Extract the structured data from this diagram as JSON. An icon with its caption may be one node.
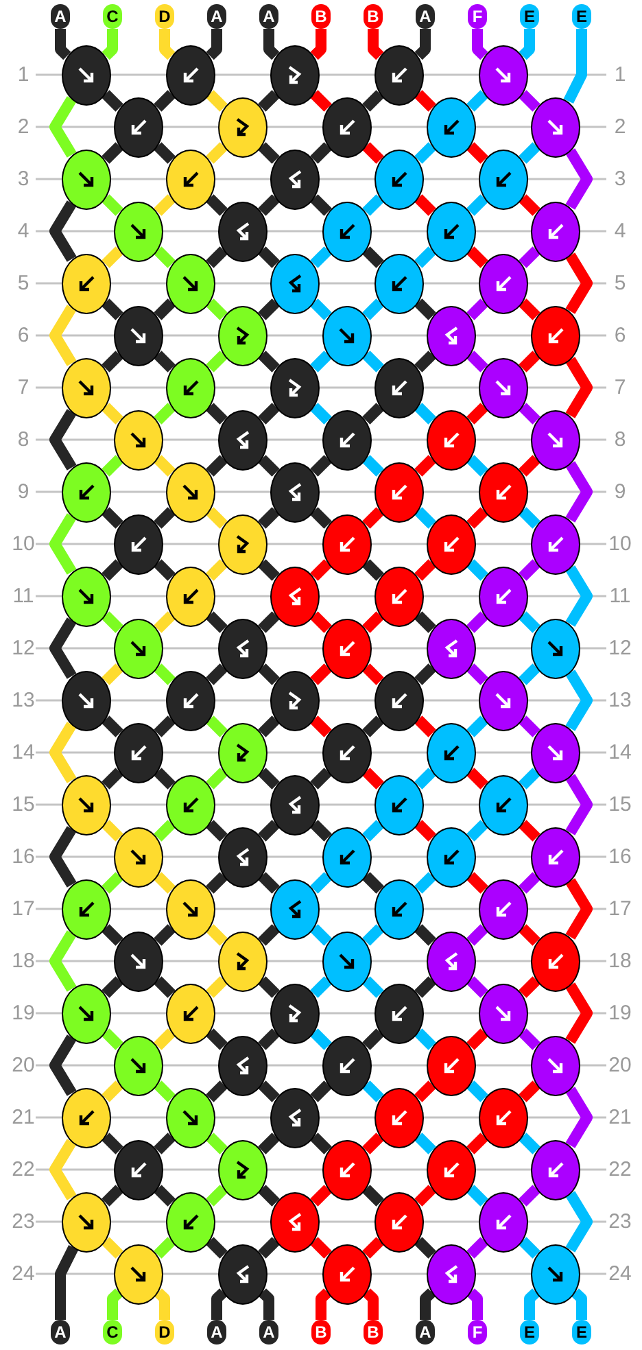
{
  "diagram": {
    "nodes": [
      {
        "text": [
          "A"
        ]
      },
      {
        "text": [
          "C"
        ]
      },
      {
        "text": [
          "D"
        ]
      },
      {
        "text": [
          "A"
        ]
      },
      {
        "text": [
          "A"
        ]
      },
      {
        "text": [
          "B"
        ]
      },
      {
        "text": [
          "B"
        ]
      },
      {
        "text": [
          "A"
        ]
      },
      {
        "text": [
          "F"
        ]
      },
      {
        "text": [
          "E"
        ]
      },
      {
        "text": [
          "E"
        ]
      },
      {
        "text": [],
        "shape": "ellipse"
      },
      {
        "text": [],
        "shape": "ellipse"
      },
      {
        "text": [],
        "shape": "ellipse"
      },
      {
        "text": [],
        "shape": "ellipse"
      },
      {
        "text": [],
        "shape": "ellipse"
      },
      {
        "text": [],
        "shape": "ellipse"
      },
      {
        "text": [],
        "shape": "ellipse"
      },
      {
        "text": [],
        "shape": "ellipse"
      },
      {
        "text": [],
        "shape": "ellipse"
      },
      {
        "text": [],
        "shape": "ellipse"
      },
      {
        "text": [],
        "shape": "ellipse"
      },
      {
        "text": [],
        "shape": "ellipse"
      },
      {
        "text": [],
        "shape": "ellipse"
      },
      {
        "text": [],
        "shape": "ellipse"
      },
      {
        "text": [],
        "shape": "ellipse"
      },
      {
        "text": [],
        "shape": "ellipse"
      },
      {
        "text": [],
        "shape": "ellipse"
      },
      {
        "text": [],
        "shape": "ellipse"
      },
      {
        "text": [],
        "shape": "ellipse"
      },
      {
        "text": [],
        "shape": "ellipse"
      },
      {
        "text": [],
        "shape": "ellipse"
      },
      {
        "text": [],
        "shape": "ellipse"
      },
      {
        "text": [],
        "shape": "ellipse"
      },
      {
        "text": [],
        "shape": "ellipse"
      },
      {
        "text": [],
        "shape": "ellipse"
      },
      {
        "text": [],
        "shape": "ellipse"
      },
      {
        "text": [],
        "shape": "ellipse"
      },
      {
        "text": [],
        "shape": "ellipse"
      },
      {
        "text": [],
        "shape": "ellipse"
      },
      {
        "text": [],
        "shape": "ellipse"
      },
      {
        "text": [],
        "shape": "ellipse"
      },
      {
        "text": [],
        "shape": "ellipse"
      },
      {
        "text": [],
        "shape": "ellipse"
      },
      {
        "text": [],
        "shape": "ellipse"
      },
      {
        "text": [],
        "shape": "ellipse"
      },
      {
        "text": [],
        "shape": "ellipse"
      },
      {
        "text": [],
        "shape": "ellipse"
      },
      {
        "text": [],
        "shape": "ellipse"
      },
      {
        "text": [],
        "shape": "ellipse"
      },
      {
        "text": [],
        "shape": "ellipse"
      },
      {
        "text": [],
        "shape": "ellipse"
      },
      {
        "text": [],
        "shape": "ellipse"
      },
      {
        "text": [],
        "shape": "ellipse"
      },
      {
        "text": [],
        "shape": "ellipse"
      },
      {
        "text": [],
        "shape": "ellipse"
      },
      {
        "text": [],
        "shape": "ellipse"
      },
      {
        "text": [],
        "shape": "ellipse"
      },
      {
        "text": [],
        "shape": "ellipse"
      },
      {
        "text": [],
        "shape": "ellipse"
      },
      {
        "text": [],
        "shape": "ellipse"
      },
      {
        "text": [],
        "shape": "ellipse"
      },
      {
        "text": [],
        "shape": "ellipse"
      },
      {
        "text": [],
        "shape": "ellipse"
      },
      {
        "text": [],
        "shape": "ellipse"
      },
      {
        "text": [],
        "shape": "ellipse"
      },
      {
        "text": [],
        "shape": "ellipse"
      },
      {
        "text": [],
        "shape": "ellipse"
      },
      {
        "text": [],
        "shape": "ellipse"
      },
      {
        "text": [],
        "shape": "ellipse"
      },
      {
        "text": [],
        "shape": "ellipse"
      },
      {
        "text": [],
        "shape": "ellipse"
      },
      {
        "text": [],
        "shape": "ellipse"
      },
      {
        "text": [],
        "shape": "ellipse"
      },
      {
        "text": [],
        "shape": "ellipse"
      },
      {
        "text": [],
        "shape": "ellipse"
      },
      {
        "text": [],
        "shape": "ellipse"
      },
      {
        "text": [],
        "shape": "ellipse"
      },
      {
        "text": [],
        "shape": "ellipse"
      },
      {
        "text": [],
        "shape": "ellipse"
      },
      {
        "text": [],
        "shape": "ellipse"
      },
      {
        "text": [],
        "shape": "ellipse"
      },
      {
        "text": [],
        "shape": "ellipse"
      },
      {
        "text": [],
        "shape": "ellipse"
      },
      {
        "text": [],
        "shape": "ellipse"
      },
      {
        "text": [],
        "shape": "ellipse"
      },
      {
        "text": [],
        "shape": "ellipse"
      },
      {
        "text": [],
        "shape": "ellipse"
      },
      {
        "text": [],
        "shape": "ellipse"
      },
      {
        "text": [],
        "shape": "ellipse"
      },
      {
        "text": [],
        "shape": "ellipse"
      },
      {
        "text": [],
        "shape": "ellipse"
      },
      {
        "text": [],
        "shape": "ellipse"
      },
      {
        "text": [],
        "shape": "ellipse"
      },
      {
        "text": [],
        "shape": "ellipse"
      },
      {
        "text": [],
        "shape": "ellipse"
      },
      {
        "text": [],
        "shape": "ellipse"
      },
      {
        "text": [],
        "shape": "ellipse"
      },
      {
        "text": [],
        "shape": "ellipse"
      },
      {
        "text": [],
        "shape": "ellipse"
      },
      {
        "text": [],
        "shape": "ellipse"
      },
      {
        "text": [],
        "shape": "ellipse"
      },
      {
        "text": [],
        "shape": "ellipse"
      },
      {
        "text": [],
        "shape": "ellipse"
      },
      {
        "text": [],
        "shape": "ellipse"
      },
      {
        "text": [],
        "shape": "ellipse"
      },
      {
        "text": [],
        "shape": "ellipse"
      },
      {
        "text": [],
        "shape": "ellipse"
      },
      {
        "text": [],
        "shape": "ellipse"
      },
      {
        "text": [],
        "shape": "ellipse"
      },
      {
        "text": [],
        "shape": "ellipse"
      },
      {
        "text": [],
        "shape": "ellipse"
      },
      {
        "text": [],
        "shape": "ellipse"
      },
      {
        "text": [],
        "shape": "ellipse"
      },
      {
        "text": [],
        "shape": "ellipse"
      },
      {
        "text": [],
        "shape": "ellipse"
      },
      {
        "text": [],
        "shape": "ellipse"
      },
      {
        "text": [],
        "shape": "ellipse"
      },
      {
        "text": [],
        "shape": "ellipse"
      },
      {
        "text": [],
        "shape": "ellipse"
      },
      {
        "text": [],
        "shape": "ellipse"
      },
      {
        "text": [],
        "shape": "ellipse"
      },
      {
        "text": [],
        "shape": "ellipse"
      },
      {
        "text": [],
        "shape": "ellipse"
      },
      {
        "text": [],
        "shape": "ellipse"
      },
      {
        "text": [],
        "shape": "ellipse"
      },
      {
        "text": [],
        "shape": "ellipse"
      },
      {
        "text": [],
        "shape": "ellipse"
      },
      {
        "text": [],
        "shape": "ellipse"
      },
      {
        "text": [],
        "shape": "ellipse"
      },
      {
        "text": [],
        "shape": "ellipse"
      },
      {
        "text": [
          "A"
        ]
      },
      {
        "text": [
          "C"
        ]
      },
      {
        "text": [
          "D"
        ]
      },
      {
        "text": [
          "A"
        ]
      },
      {
        "text": [
          "A"
        ]
      },
      {
        "text": [
          "B"
        ]
      },
      {
        "text": [
          "B"
        ]
      },
      {
        "text": [
          "A"
        ]
      },
      {
        "text": [
          "F"
        ]
      },
      {
        "text": [
          "E"
        ]
      },
      {
        "text": [
          "E"
        ]
      }
    ],
    "edges": [
      {
        "from": 0,
        "to": 11,
        "arrow": "none",
        "color": "#262626"
      },
      {
        "from": 1,
        "to": 11,
        "arrow": "none",
        "color": "#7dfc22"
      },
      {
        "from": 2,
        "to": 12,
        "arrow": "none",
        "color": "#fedb2e"
      },
      {
        "from": 3,
        "to": 12,
        "arrow": "none",
        "color": "#262626"
      },
      {
        "from": 4,
        "to": 13,
        "arrow": "none",
        "color": "#262626"
      },
      {
        "from": 5,
        "to": 13,
        "arrow": "none",
        "color": "#ff0000"
      },
      {
        "from": 6,
        "to": 14,
        "arrow": "none",
        "color": "#ff0000"
      },
      {
        "from": 7,
        "to": 14,
        "arrow": "none",
        "color": "#262626"
      },
      {
        "from": 8,
        "to": 15,
        "arrow": "none",
        "color": "#ab00ff"
      },
      {
        "from": 9,
        "to": 15,
        "arrow": "none",
        "color": "#00bfff"
      },
      {
        "from": 10,
        "to": 20,
        "arrow": "none",
        "color": "#00bfff"
      },
      {
        "from": 11,
        "to": 21,
        "arrow": "none",
        "color": "#7dfc22"
      },
      {
        "from": 11,
        "to": 16,
        "arrow": "none",
        "color": "#262626"
      },
      {
        "from": 12,
        "to": 16,
        "arrow": "none",
        "color": "#262626"
      },
      {
        "from": 12,
        "to": 17,
        "arrow": "none",
        "color": "#fedb2e"
      },
      {
        "from": 13,
        "to": 17,
        "arrow": "none",
        "color": "#262626"
      },
      {
        "from": 13,
        "to": 18,
        "arrow": "none",
        "color": "#ff0000"
      },
      {
        "from": 14,
        "to": 18,
        "arrow": "none",
        "color": "#262626"
      },
      {
        "from": 14,
        "to": 19,
        "arrow": "none",
        "color": "#ff0000"
      },
      {
        "from": 15,
        "to": 19,
        "arrow": "none",
        "color": "#00bfff"
      },
      {
        "from": 15,
        "to": 20,
        "arrow": "none",
        "color": "#ab00ff"
      },
      {
        "from": 16,
        "to": 21,
        "arrow": "none",
        "color": "#262626"
      },
      {
        "from": 16,
        "to": 22,
        "arrow": "none",
        "color": "#262626"
      },
      {
        "from": 17,
        "to": 22,
        "arrow": "none",
        "color": "#fedb2e"
      },
      {
        "from": 17,
        "to": 23,
        "arrow": "none",
        "color": "#262626"
      },
      {
        "from": 18,
        "to": 23,
        "arrow": "none",
        "color": "#262626"
      },
      {
        "from": 18,
        "to": 24,
        "arrow": "none",
        "color": "#ff0000"
      },
      {
        "from": 19,
        "to": 24,
        "arrow": "none",
        "color": "#00bfff"
      },
      {
        "from": 19,
        "to": 25,
        "arrow": "none",
        "color": "#ff0000"
      },
      {
        "from": 20,
        "to": 25,
        "arrow": "none",
        "color": "#00bfff"
      },
      {
        "from": 20,
        "to": 30,
        "arrow": "none",
        "color": "#ab00ff"
      },
      {
        "from": 21,
        "to": 31,
        "arrow": "none",
        "color": "#262626"
      },
      {
        "from": 21,
        "to": 26,
        "arrow": "none",
        "color": "#7dfc22"
      },
      {
        "from": 22,
        "to": 26,
        "arrow": "none",
        "color": "#fedb2e"
      },
      {
        "from": 22,
        "to": 27,
        "arrow": "none",
        "color": "#262626"
      },
      {
        "from": 23,
        "to": 27,
        "arrow": "none",
        "color": "#262626"
      },
      {
        "from": 23,
        "to": 28,
        "arrow": "none",
        "color": "#262626"
      },
      {
        "from": 24,
        "to": 28,
        "arrow": "none",
        "color": "#00bfff"
      },
      {
        "from": 24,
        "to": 29,
        "arrow": "none",
        "color": "#ff0000"
      },
      {
        "from": 25,
        "to": 29,
        "arrow": "none",
        "color": "#00bfff"
      },
      {
        "from": 25,
        "to": 30,
        "arrow": "none",
        "color": "#ff0000"
      },
      {
        "from": 26,
        "to": 31,
        "arrow": "none",
        "color": "#fedb2e"
      },
      {
        "from": 26,
        "to": 32,
        "arrow": "none",
        "color": "#7dfc22"
      },
      {
        "from": 27,
        "to": 32,
        "arrow": "none",
        "color": "#262626"
      },
      {
        "from": 27,
        "to": 33,
        "arrow": "none",
        "color": "#262626"
      },
      {
        "from": 28,
        "to": 33,
        "arrow": "none",
        "color": "#00bfff"
      },
      {
        "from": 28,
        "to": 34,
        "arrow": "none",
        "color": "#262626"
      },
      {
        "from": 29,
        "to": 34,
        "arrow": "none",
        "color": "#00bfff"
      },
      {
        "from": 29,
        "to": 35,
        "arrow": "none",
        "color": "#ff0000"
      },
      {
        "from": 30,
        "to": 35,
        "arrow": "none",
        "color": "#ab00ff"
      },
      {
        "from": 30,
        "to": 40,
        "arrow": "none",
        "color": "#ff0000"
      },
      {
        "from": 31,
        "to": 41,
        "arrow": "none",
        "color": "#fedb2e"
      },
      {
        "from": 31,
        "to": 36,
        "arrow": "none",
        "color": "#262626"
      },
      {
        "from": 32,
        "to": 36,
        "arrow": "none",
        "color": "#262626"
      },
      {
        "from": 32,
        "to": 37,
        "arrow": "none",
        "color": "#7dfc22"
      },
      {
        "from": 33,
        "to": 37,
        "arrow": "none",
        "color": "#262626"
      },
      {
        "from": 33,
        "to": 38,
        "arrow": "none",
        "color": "#00bfff"
      },
      {
        "from": 34,
        "to": 38,
        "arrow": "none",
        "color": "#00bfff"
      },
      {
        "from": 34,
        "to": 39,
        "arrow": "none",
        "color": "#262626"
      },
      {
        "from": 35,
        "to": 39,
        "arrow": "none",
        "color": "#ab00ff"
      },
      {
        "from": 35,
        "to": 40,
        "arrow": "none",
        "color": "#ff0000"
      },
      {
        "from": 36,
        "to": 41,
        "arrow": "none",
        "color": "#262626"
      },
      {
        "from": 36,
        "to": 42,
        "arrow": "none",
        "color": "#262626"
      },
      {
        "from": 37,
        "to": 42,
        "arrow": "none",
        "color": "#7dfc22"
      },
      {
        "from": 37,
        "to": 43,
        "arrow": "none",
        "color": "#262626"
      },
      {
        "from": 38,
        "to": 43,
        "arrow": "none",
        "color": "#00bfff"
      },
      {
        "from": 38,
        "to": 44,
        "arrow": "none",
        "color": "#00bfff"
      },
      {
        "from": 39,
        "to": 44,
        "arrow": "none",
        "color": "#262626"
      },
      {
        "from": 39,
        "to": 45,
        "arrow": "none",
        "color": "#ab00ff"
      },
      {
        "from": 40,
        "to": 45,
        "arrow": "none",
        "color": "#ff0000"
      },
      {
        "from": 40,
        "to": 50,
        "arrow": "none",
        "color": "#ff0000"
      },
      {
        "from": 41,
        "to": 51,
        "arrow": "none",
        "color": "#262626"
      },
      {
        "from": 41,
        "to": 46,
        "arrow": "none",
        "color": "#fedb2e"
      },
      {
        "from": 42,
        "to": 46,
        "arrow": "none",
        "color": "#7dfc22"
      },
      {
        "from": 42,
        "to": 47,
        "arrow": "none",
        "color": "#262626"
      },
      {
        "from": 43,
        "to": 47,
        "arrow": "none",
        "color": "#262626"
      },
      {
        "from": 43,
        "to": 48,
        "arrow": "none",
        "color": "#00bfff"
      },
      {
        "from": 44,
        "to": 48,
        "arrow": "none",
        "color": "#262626"
      },
      {
        "from": 44,
        "to": 49,
        "arrow": "none",
        "color": "#00bfff"
      },
      {
        "from": 45,
        "to": 49,
        "arrow": "none",
        "color": "#ff0000"
      },
      {
        "from": 45,
        "to": 50,
        "arrow": "none",
        "color": "#ab00ff"
      },
      {
        "from": 46,
        "to": 51,
        "arrow": "none",
        "color": "#7dfc22"
      },
      {
        "from": 46,
        "to": 52,
        "arrow": "none",
        "color": "#fedb2e"
      },
      {
        "from": 47,
        "to": 52,
        "arrow": "none",
        "color": "#262626"
      },
      {
        "from": 47,
        "to": 53,
        "arrow": "none",
        "color": "#262626"
      },
      {
        "from": 48,
        "to": 53,
        "arrow": "none",
        "color": "#262626"
      },
      {
        "from": 48,
        "to": 54,
        "arrow": "none",
        "color": "#00bfff"
      },
      {
        "from": 49,
        "to": 54,
        "arrow": "none",
        "color": "#ff0000"
      },
      {
        "from": 49,
        "to": 55,
        "arrow": "none",
        "color": "#00bfff"
      },
      {
        "from": 50,
        "to": 55,
        "arrow": "none",
        "color": "#ff0000"
      },
      {
        "from": 50,
        "to": 60,
        "arrow": "none",
        "color": "#ab00ff"
      },
      {
        "from": 51,
        "to": 61,
        "arrow": "none",
        "color": "#7dfc22"
      },
      {
        "from": 51,
        "to": 56,
        "arrow": "none",
        "color": "#262626"
      },
      {
        "from": 52,
        "to": 56,
        "arrow": "none",
        "color": "#262626"
      },
      {
        "from": 52,
        "to": 57,
        "arrow": "none",
        "color": "#fedb2e"
      },
      {
        "from": 53,
        "to": 57,
        "arrow": "none",
        "color": "#262626"
      },
      {
        "from": 53,
        "to": 58,
        "arrow": "none",
        "color": "#262626"
      },
      {
        "from": 54,
        "to": 58,
        "arrow": "none",
        "color": "#ff0000"
      },
      {
        "from": 54,
        "to": 59,
        "arrow": "none",
        "color": "#00bfff"
      },
      {
        "from": 55,
        "to": 59,
        "arrow": "none",
        "color": "#ff0000"
      },
      {
        "from": 55,
        "to": 60,
        "arrow": "none",
        "color": "#00bfff"
      },
      {
        "from": 56,
        "to": 61,
        "arrow": "none",
        "color": "#262626"
      },
      {
        "from": 56,
        "to": 62,
        "arrow": "none",
        "color": "#262626"
      },
      {
        "from": 57,
        "to": 62,
        "arrow": "none",
        "color": "#fedb2e"
      },
      {
        "from": 57,
        "to": 63,
        "arrow": "none",
        "color": "#262626"
      },
      {
        "from": 58,
        "to": 63,
        "arrow": "none",
        "color": "#ff0000"
      },
      {
        "from": 58,
        "to": 64,
        "arrow": "none",
        "color": "#262626"
      },
      {
        "from": 59,
        "to": 64,
        "arrow": "none",
        "color": "#ff0000"
      },
      {
        "from": 59,
        "to": 65,
        "arrow": "none",
        "color": "#00bfff"
      },
      {
        "from": 60,
        "to": 65,
        "arrow": "none",
        "color": "#ab00ff"
      },
      {
        "from": 60,
        "to": 70,
        "arrow": "none",
        "color": "#00bfff"
      },
      {
        "from": 61,
        "to": 71,
        "arrow": "none",
        "color": "#262626"
      },
      {
        "from": 61,
        "to": 66,
        "arrow": "none",
        "color": "#7dfc22"
      },
      {
        "from": 62,
        "to": 66,
        "arrow": "none",
        "color": "#fedb2e"
      },
      {
        "from": 62,
        "to": 67,
        "arrow": "none",
        "color": "#262626"
      },
      {
        "from": 63,
        "to": 67,
        "arrow": "none",
        "color": "#262626"
      },
      {
        "from": 63,
        "to": 68,
        "arrow": "none",
        "color": "#ff0000"
      },
      {
        "from": 64,
        "to": 68,
        "arrow": "none",
        "color": "#ff0000"
      },
      {
        "from": 64,
        "to": 69,
        "arrow": "none",
        "color": "#262626"
      },
      {
        "from": 65,
        "to": 69,
        "arrow": "none",
        "color": "#ab00ff"
      },
      {
        "from": 65,
        "to": 70,
        "arrow": "none",
        "color": "#00bfff"
      },
      {
        "from": 66,
        "to": 71,
        "arrow": "none",
        "color": "#fedb2e"
      },
      {
        "from": 66,
        "to": 72,
        "arrow": "none",
        "color": "#7dfc22"
      },
      {
        "from": 67,
        "to": 72,
        "arrow": "none",
        "color": "#262626"
      },
      {
        "from": 67,
        "to": 73,
        "arrow": "none",
        "color": "#262626"
      },
      {
        "from": 68,
        "to": 73,
        "arrow": "none",
        "color": "#ff0000"
      },
      {
        "from": 68,
        "to": 74,
        "arrow": "none",
        "color": "#ff0000"
      },
      {
        "from": 69,
        "to": 74,
        "arrow": "none",
        "color": "#262626"
      },
      {
        "from": 69,
        "to": 75,
        "arrow": "none",
        "color": "#ab00ff"
      },
      {
        "from": 70,
        "to": 75,
        "arrow": "none",
        "color": "#00bfff"
      },
      {
        "from": 70,
        "to": 80,
        "arrow": "none",
        "color": "#00bfff"
      },
      {
        "from": 71,
        "to": 81,
        "arrow": "none",
        "color": "#fedb2e"
      },
      {
        "from": 71,
        "to": 76,
        "arrow": "none",
        "color": "#262626"
      },
      {
        "from": 72,
        "to": 76,
        "arrow": "none",
        "color": "#262626"
      },
      {
        "from": 72,
        "to": 77,
        "arrow": "none",
        "color": "#7dfc22"
      },
      {
        "from": 73,
        "to": 77,
        "arrow": "none",
        "color": "#262626"
      },
      {
        "from": 73,
        "to": 78,
        "arrow": "none",
        "color": "#ff0000"
      },
      {
        "from": 74,
        "to": 78,
        "arrow": "none",
        "color": "#262626"
      },
      {
        "from": 74,
        "to": 79,
        "arrow": "none",
        "color": "#ff0000"
      },
      {
        "from": 75,
        "to": 79,
        "arrow": "none",
        "color": "#00bfff"
      },
      {
        "from": 75,
        "to": 80,
        "arrow": "none",
        "color": "#ab00ff"
      },
      {
        "from": 76,
        "to": 81,
        "arrow": "none",
        "color": "#262626"
      },
      {
        "from": 76,
        "to": 82,
        "arrow": "none",
        "color": "#262626"
      },
      {
        "from": 77,
        "to": 82,
        "arrow": "none",
        "color": "#7dfc22"
      },
      {
        "from": 77,
        "to": 83,
        "arrow": "none",
        "color": "#262626"
      },
      {
        "from": 78,
        "to": 83,
        "arrow": "none",
        "color": "#262626"
      },
      {
        "from": 78,
        "to": 84,
        "arrow": "none",
        "color": "#ff0000"
      },
      {
        "from": 79,
        "to": 84,
        "arrow": "none",
        "color": "#00bfff"
      },
      {
        "from": 79,
        "to": 85,
        "arrow": "none",
        "color": "#ff0000"
      },
      {
        "from": 80,
        "to": 85,
        "arrow": "none",
        "color": "#00bfff"
      },
      {
        "from": 80,
        "to": 90,
        "arrow": "none",
        "color": "#ab00ff"
      },
      {
        "from": 81,
        "to": 91,
        "arrow": "none",
        "color": "#262626"
      },
      {
        "from": 81,
        "to": 86,
        "arrow": "none",
        "color": "#fedb2e"
      },
      {
        "from": 82,
        "to": 86,
        "arrow": "none",
        "color": "#7dfc22"
      },
      {
        "from": 82,
        "to": 87,
        "arrow": "none",
        "color": "#262626"
      },
      {
        "from": 83,
        "to": 87,
        "arrow": "none",
        "color": "#262626"
      },
      {
        "from": 83,
        "to": 88,
        "arrow": "none",
        "color": "#262626"
      },
      {
        "from": 84,
        "to": 88,
        "arrow": "none",
        "color": "#00bfff"
      },
      {
        "from": 84,
        "to": 89,
        "arrow": "none",
        "color": "#ff0000"
      },
      {
        "from": 85,
        "to": 89,
        "arrow": "none",
        "color": "#00bfff"
      },
      {
        "from": 85,
        "to": 90,
        "arrow": "none",
        "color": "#ff0000"
      },
      {
        "from": 86,
        "to": 91,
        "arrow": "none",
        "color": "#7dfc22"
      },
      {
        "from": 86,
        "to": 92,
        "arrow": "none",
        "color": "#fedb2e"
      },
      {
        "from": 87,
        "to": 92,
        "arrow": "none",
        "color": "#262626"
      },
      {
        "from": 87,
        "to": 93,
        "arrow": "none",
        "color": "#262626"
      },
      {
        "from": 88,
        "to": 93,
        "arrow": "none",
        "color": "#00bfff"
      },
      {
        "from": 88,
        "to": 94,
        "arrow": "none",
        "color": "#262626"
      },
      {
        "from": 89,
        "to": 94,
        "arrow": "none",
        "color": "#00bfff"
      },
      {
        "from": 89,
        "to": 95,
        "arrow": "none",
        "color": "#ff0000"
      },
      {
        "from": 90,
        "to": 95,
        "arrow": "none",
        "color": "#ab00ff"
      },
      {
        "from": 90,
        "to": 100,
        "arrow": "none",
        "color": "#ff0000"
      },
      {
        "from": 91,
        "to": 101,
        "arrow": "none",
        "color": "#7dfc22"
      },
      {
        "from": 91,
        "to": 96,
        "arrow": "none",
        "color": "#262626"
      },
      {
        "from": 92,
        "to": 96,
        "arrow": "none",
        "color": "#262626"
      },
      {
        "from": 92,
        "to": 97,
        "arrow": "none",
        "color": "#fedb2e"
      },
      {
        "from": 93,
        "to": 97,
        "arrow": "none",
        "color": "#262626"
      },
      {
        "from": 93,
        "to": 98,
        "arrow": "none",
        "color": "#00bfff"
      },
      {
        "from": 94,
        "to": 98,
        "arrow": "none",
        "color": "#00bfff"
      },
      {
        "from": 94,
        "to": 99,
        "arrow": "none",
        "color": "#262626"
      },
      {
        "from": 95,
        "to": 99,
        "arrow": "none",
        "color": "#ab00ff"
      },
      {
        "from": 95,
        "to": 100,
        "arrow": "none",
        "color": "#ff0000"
      },
      {
        "from": 96,
        "to": 101,
        "arrow": "none",
        "color": "#262626"
      },
      {
        "from": 96,
        "to": 102,
        "arrow": "none",
        "color": "#262626"
      },
      {
        "from": 97,
        "to": 102,
        "arrow": "none",
        "color": "#fedb2e"
      },
      {
        "from": 97,
        "to": 103,
        "arrow": "none",
        "color": "#262626"
      },
      {
        "from": 98,
        "to": 103,
        "arrow": "none",
        "color": "#00bfff"
      },
      {
        "from": 98,
        "to": 104,
        "arrow": "none",
        "color": "#00bfff"
      },
      {
        "from": 99,
        "to": 104,
        "arrow": "none",
        "color": "#262626"
      },
      {
        "from": 99,
        "to": 105,
        "arrow": "none",
        "color": "#ab00ff"
      },
      {
        "from": 100,
        "to": 105,
        "arrow": "none",
        "color": "#ff0000"
      },
      {
        "from": 100,
        "to": 110,
        "arrow": "none",
        "color": "#ff0000"
      },
      {
        "from": 101,
        "to": 111,
        "arrow": "none",
        "color": "#262626"
      },
      {
        "from": 101,
        "to": 106,
        "arrow": "none",
        "color": "#7dfc22"
      },
      {
        "from": 102,
        "to": 106,
        "arrow": "none",
        "color": "#fedb2e"
      },
      {
        "from": 102,
        "to": 107,
        "arrow": "none",
        "color": "#262626"
      },
      {
        "from": 103,
        "to": 107,
        "arrow": "none",
        "color": "#262626"
      },
      {
        "from": 103,
        "to": 108,
        "arrow": "none",
        "color": "#00bfff"
      },
      {
        "from": 104,
        "to": 108,
        "arrow": "none",
        "color": "#262626"
      },
      {
        "from": 104,
        "to": 109,
        "arrow": "none",
        "color": "#00bfff"
      },
      {
        "from": 105,
        "to": 109,
        "arrow": "none",
        "color": "#ff0000"
      },
      {
        "from": 105,
        "to": 110,
        "arrow": "none",
        "color": "#ab00ff"
      },
      {
        "from": 106,
        "to": 111,
        "arrow": "none",
        "color": "#fedb2e"
      },
      {
        "from": 106,
        "to": 112,
        "arrow": "none",
        "color": "#7dfc22"
      },
      {
        "from": 107,
        "to": 112,
        "arrow": "none",
        "color": "#262626"
      },
      {
        "from": 107,
        "to": 113,
        "arrow": "none",
        "color": "#262626"
      },
      {
        "from": 108,
        "to": 113,
        "arrow": "none",
        "color": "#262626"
      },
      {
        "from": 108,
        "to": 114,
        "arrow": "none",
        "color": "#00bfff"
      },
      {
        "from": 109,
        "to": 114,
        "arrow": "none",
        "color": "#ff0000"
      },
      {
        "from": 109,
        "to": 115,
        "arrow": "none",
        "color": "#00bfff"
      },
      {
        "from": 110,
        "to": 115,
        "arrow": "none",
        "color": "#ff0000"
      },
      {
        "from": 110,
        "to": 120,
        "arrow": "none",
        "color": "#ab00ff"
      },
      {
        "from": 111,
        "to": 121,
        "arrow": "none",
        "color": "#fedb2e"
      },
      {
        "from": 111,
        "to": 116,
        "arrow": "none",
        "color": "#262626"
      },
      {
        "from": 112,
        "to": 116,
        "arrow": "none",
        "color": "#262626"
      },
      {
        "from": 112,
        "to": 117,
        "arrow": "none",
        "color": "#7dfc22"
      },
      {
        "from": 113,
        "to": 117,
        "arrow": "none",
        "color": "#262626"
      },
      {
        "from": 113,
        "to": 118,
        "arrow": "none",
        "color": "#262626"
      },
      {
        "from": 114,
        "to": 118,
        "arrow": "none",
        "color": "#ff0000"
      },
      {
        "from": 114,
        "to": 119,
        "arrow": "none",
        "color": "#00bfff"
      },
      {
        "from": 115,
        "to": 119,
        "arrow": "none",
        "color": "#ff0000"
      },
      {
        "from": 115,
        "to": 120,
        "arrow": "none",
        "color": "#00bfff"
      },
      {
        "from": 116,
        "to": 121,
        "arrow": "none",
        "color": "#262626"
      },
      {
        "from": 116,
        "to": 122,
        "arrow": "none",
        "color": "#262626"
      },
      {
        "from": 117,
        "to": 122,
        "arrow": "none",
        "color": "#7dfc22"
      },
      {
        "from": 117,
        "to": 123,
        "arrow": "none",
        "color": "#262626"
      },
      {
        "from": 118,
        "to": 123,
        "arrow": "none",
        "color": "#ff0000"
      },
      {
        "from": 118,
        "to": 124,
        "arrow": "none",
        "color": "#262626"
      },
      {
        "from": 119,
        "to": 124,
        "arrow": "none",
        "color": "#ff0000"
      },
      {
        "from": 119,
        "to": 125,
        "arrow": "none",
        "color": "#00bfff"
      },
      {
        "from": 120,
        "to": 125,
        "arrow": "none",
        "color": "#ab00ff"
      },
      {
        "from": 120,
        "to": 130,
        "arrow": "none",
        "color": "#00bfff"
      },
      {
        "from": 121,
        "to": 131,
        "arrow": "none",
        "color": "#262626"
      },
      {
        "from": 121,
        "to": 126,
        "arrow": "none",
        "color": "#fedb2e"
      },
      {
        "from": 122,
        "to": 126,
        "arrow": "none",
        "color": "#7dfc22"
      },
      {
        "from": 122,
        "to": 127,
        "arrow": "none",
        "color": "#262626"
      },
      {
        "from": 123,
        "to": 127,
        "arrow": "none",
        "color": "#262626"
      },
      {
        "from": 123,
        "to": 128,
        "arrow": "none",
        "color": "#ff0000"
      },
      {
        "from": 124,
        "to": 128,
        "arrow": "none",
        "color": "#ff0000"
      },
      {
        "from": 124,
        "to": 129,
        "arrow": "none",
        "color": "#262626"
      },
      {
        "from": 125,
        "to": 129,
        "arrow": "none",
        "color": "#ab00ff"
      },
      {
        "from": 125,
        "to": 130,
        "arrow": "none",
        "color": "#00bfff"
      },
      {
        "from": 126,
        "to": 132,
        "arrow": "none",
        "color": "#7dfc22"
      },
      {
        "from": 126,
        "to": 133,
        "arrow": "none",
        "color": "#fedb2e"
      },
      {
        "from": 127,
        "to": 134,
        "arrow": "none",
        "color": "#262626"
      },
      {
        "from": 127,
        "to": 135,
        "arrow": "none",
        "color": "#262626"
      },
      {
        "from": 128,
        "to": 136,
        "arrow": "none",
        "color": "#ff0000"
      },
      {
        "from": 128,
        "to": 137,
        "arrow": "none",
        "color": "#ff0000"
      },
      {
        "from": 129,
        "to": 138,
        "arrow": "none",
        "color": "#262626"
      },
      {
        "from": 129,
        "to": 139,
        "arrow": "none",
        "color": "#ab00ff"
      },
      {
        "from": 130,
        "to": 140,
        "arrow": "none",
        "color": "#00bfff"
      },
      {
        "from": 130,
        "to": 141,
        "arrow": "none",
        "color": "#00bfff"
      }
    ],
    "labels": [
      "1",
      "1",
      "2",
      "2",
      "3",
      "3",
      "4",
      "4",
      "5",
      "5",
      "6",
      "6",
      "7",
      "7",
      "8",
      "8",
      "9",
      "9",
      "10",
      "10",
      "11",
      "11",
      "12",
      "12",
      "13",
      "13",
      "14",
      "14",
      "15",
      "15",
      "16",
      "16",
      "17",
      "17",
      "18",
      "18",
      "19",
      "19",
      "20",
      "20",
      "21",
      "21",
      "22",
      "22",
      "23",
      "23",
      "24",
      "24"
    ]
  }
}
